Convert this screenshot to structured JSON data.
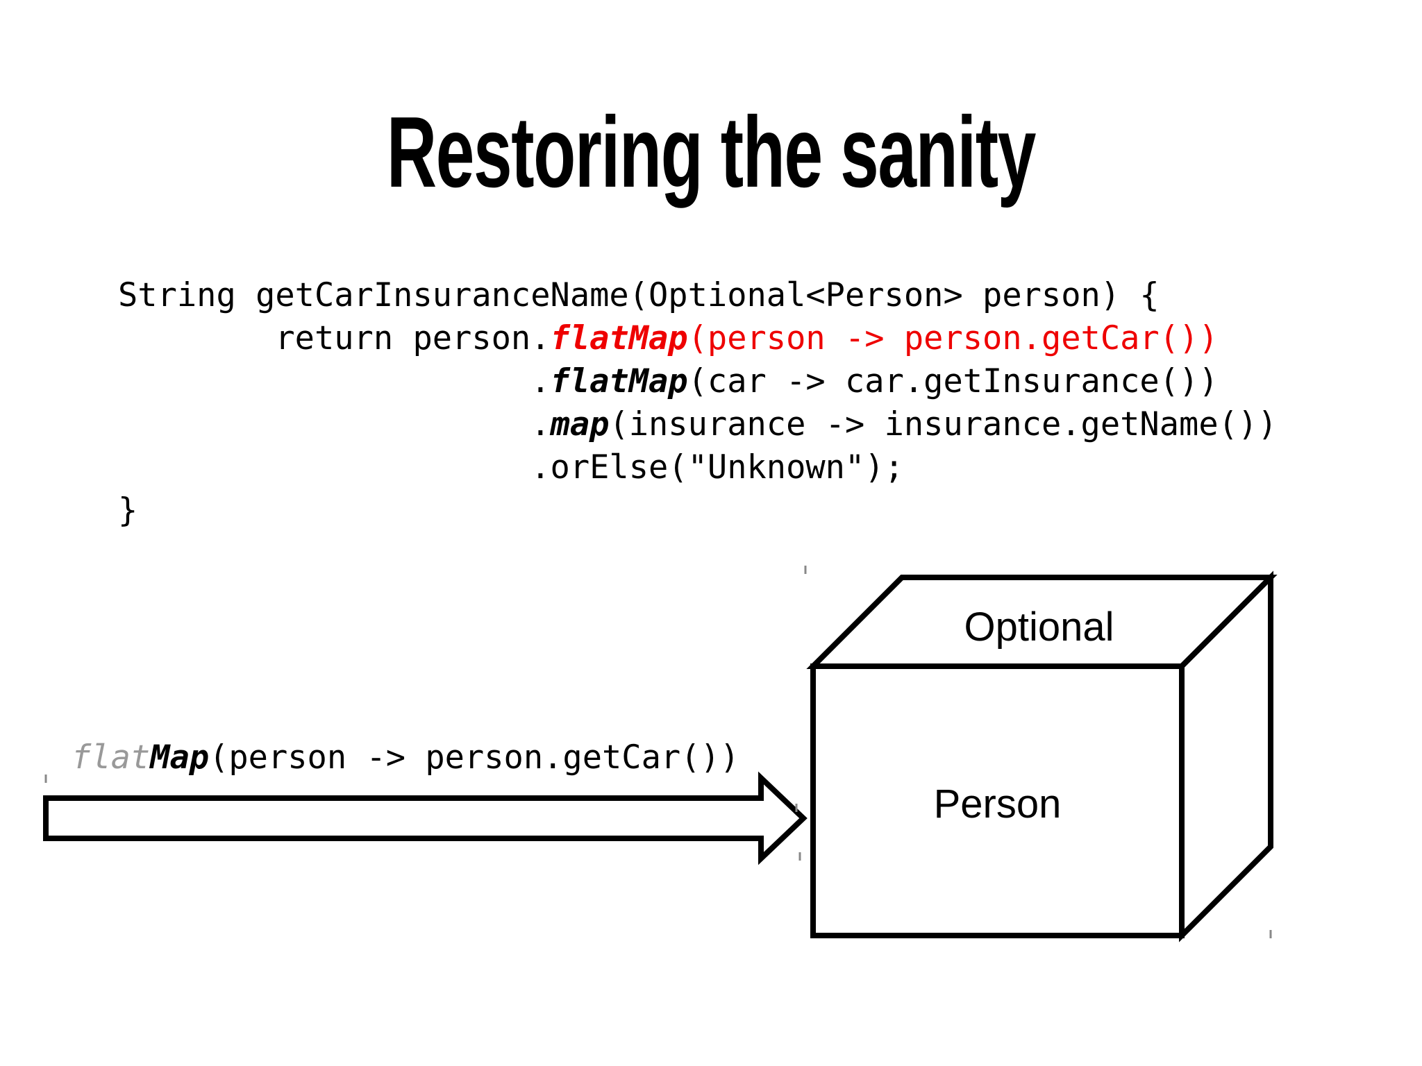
{
  "title": "Restoring the sanity",
  "code": {
    "lines": [
      {
        "segments": [
          {
            "text": "String getCarInsuranceName(Optional<Person> person) {",
            "style": "plain"
          }
        ]
      },
      {
        "segments": [
          {
            "text": "        return person.",
            "style": "plain"
          },
          {
            "text": "flatMap",
            "style": "red-bold-italic"
          },
          {
            "text": "(person -> person.getCar())",
            "style": "red"
          }
        ]
      },
      {
        "segments": [
          {
            "text": "                     .",
            "style": "plain"
          },
          {
            "text": "flatMap",
            "style": "bold-italic"
          },
          {
            "text": "(car -> car.getInsurance())",
            "style": "plain"
          }
        ]
      },
      {
        "segments": [
          {
            "text": "                     .",
            "style": "plain"
          },
          {
            "text": "map",
            "style": "bold-italic"
          },
          {
            "text": "(insurance -> insurance.getName())",
            "style": "plain"
          }
        ]
      },
      {
        "segments": [
          {
            "text": "                     .orElse(\"Unknown\");",
            "style": "plain"
          }
        ]
      },
      {
        "segments": [
          {
            "text": "}",
            "style": "plain"
          }
        ]
      }
    ]
  },
  "diagram": {
    "arrow_label": {
      "segments": [
        {
          "text": "flat",
          "style": "gray-italic"
        },
        {
          "text": "Map",
          "style": "bold-italic"
        },
        {
          "text": "(person -> person.getCar())",
          "style": "plain"
        }
      ]
    },
    "box": {
      "top_label": "Optional",
      "front_label": "Person"
    }
  },
  "colors": {
    "red": "#ee0000",
    "gray_code": "#999999",
    "outline": "#000000",
    "background": "#ffffff"
  }
}
